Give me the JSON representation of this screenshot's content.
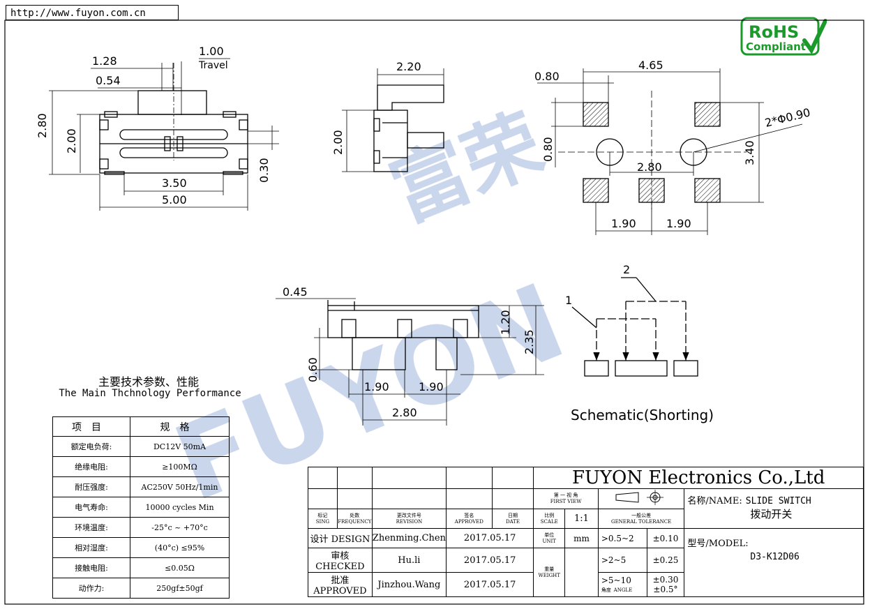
{
  "url": "http://www.fuyon.com.cn",
  "rohs": {
    "line1": "RoHS",
    "line2": "Compliant"
  },
  "watermark": {
    "latin": "FUYON",
    "cn": "富荣"
  },
  "drawing": {
    "dims_front": {
      "top_right": "1.00",
      "travel": "Travel",
      "d128": "1.28",
      "d054": "0.54",
      "h280": "2.80",
      "h200": "2.00",
      "h030": "0.30",
      "w350": "3.50",
      "w500": "5.00"
    },
    "dims_side": {
      "w220": "2.20",
      "h200": "2.00"
    },
    "dims_pcb": {
      "w465": "4.65",
      "w080": "0.80",
      "h080": "0.80",
      "h340": "3.40",
      "hole": "2*Φ0.90",
      "w280": "2.80",
      "w190a": "1.90",
      "w190b": "1.90"
    },
    "dims_bottom": {
      "w045": "0.45",
      "h120": "1.20",
      "h235": "2.35",
      "h060": "0.60",
      "w190a": "1.90",
      "w190b": "1.90",
      "w280": "2.80"
    },
    "schematic": {
      "pin1": "1",
      "pin2": "2",
      "caption": "Schematic(Shorting)"
    }
  },
  "performance": {
    "title_cn": "主要技术参数、性能",
    "title_en": "The Main Thchnology Performance",
    "headers": [
      "项目",
      "规格"
    ],
    "rows": [
      [
        "额定电负荷:",
        "DC12V 50mA"
      ],
      [
        "绝缘电阻:",
        "≥100MΩ"
      ],
      [
        "耐压强度:",
        "AC250V  50Hz/1min"
      ],
      [
        "电气寿命:",
        "10000 cycles Min"
      ],
      [
        "环境温度:",
        "-25°c ~ +70°c"
      ],
      [
        "相对湿度:",
        "(40°c) ≤95%"
      ],
      [
        "接触电阻:",
        "≤0.05Ω"
      ],
      [
        "动作力:",
        "250gf±50gf"
      ]
    ]
  },
  "title_block": {
    "company": "FUYON Electronics Co.,Ltd",
    "rev_headers": [
      {
        "cn": "标记",
        "en": "SING"
      },
      {
        "cn": "处数",
        "en": "FREQUENCY"
      },
      {
        "cn": "更改文件号",
        "en": "REVISION"
      },
      {
        "cn": "签名",
        "en": "APPROVED"
      },
      {
        "cn": "日期",
        "en": "DATE"
      }
    ],
    "scale": {
      "cn": "比例",
      "en": "SCALE",
      "value": "1:1"
    },
    "first_view": {
      "cn": "第 一 视 角",
      "en": "FIRST VIEW"
    },
    "tolerance": {
      "cn": "一般公差",
      "en": "GENERAL TOLERANCE",
      "rows": [
        [
          ">0.5~2",
          "±0.10"
        ],
        [
          ">2~5",
          "±0.25"
        ],
        [
          ">5~10",
          "±0.30"
        ]
      ],
      "angle_cn": "角度",
      "angle_en": "ANGLE",
      "angle_val": "±0.5°"
    },
    "unit": {
      "cn": "单位",
      "en": "UNIT",
      "value": "mm"
    },
    "weight": {
      "cn": "重量",
      "en": "WEIGHT"
    },
    "people": [
      {
        "role": "设计 DESIGN",
        "name": "Zhenming.Chen",
        "date": "2017.05.17"
      },
      {
        "role": "审核 CHECKED",
        "name": "Hu.li",
        "date": "2017.05.17"
      },
      {
        "role": "批准 APPROVED",
        "name": "Jinzhou.Wang",
        "date": "2017.05.17"
      }
    ],
    "name_label": "名称/NAME:",
    "name_en": "SLIDE SWITCH",
    "name_cn": "拨动开关",
    "model_label": "型号/MODEL:",
    "model_value": "D3-K12D06"
  }
}
